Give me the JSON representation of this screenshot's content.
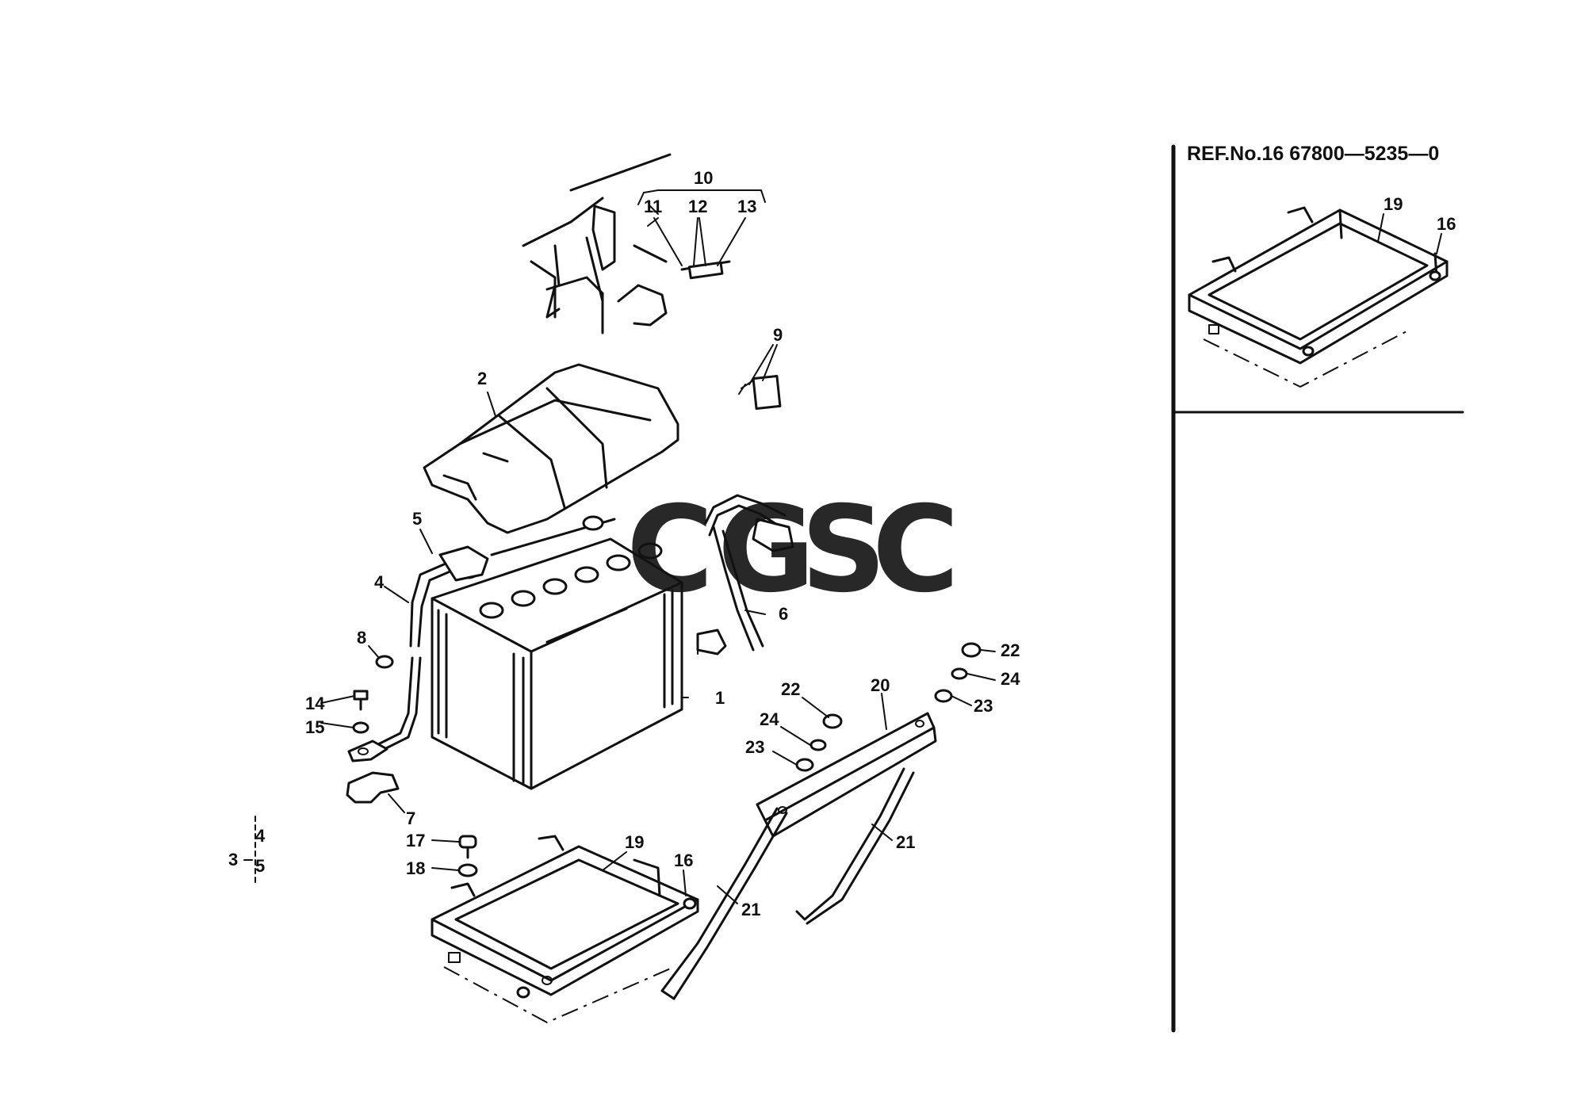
{
  "inset": {
    "reference": "REF.No.16 67800—5235—0",
    "labels": [
      "19",
      "16"
    ]
  },
  "watermark": {
    "letters": [
      "C",
      "G",
      "S",
      "C"
    ],
    "colors": [
      "#4a8ef0",
      "#ee6a66",
      "#f6d24a",
      "#59c289"
    ]
  },
  "part_labels": {
    "p1": "1",
    "p2": "2",
    "p3": "3",
    "p3_sub_a": "4",
    "p3_sub_b": "5",
    "p4": "4",
    "p5": "5",
    "p6": "6",
    "p7": "7",
    "p8": "8",
    "p9": "9",
    "p10": "10",
    "p11": "11",
    "p12": "12",
    "p13": "13",
    "p14": "14",
    "p15": "15",
    "p16": "16",
    "p17": "17",
    "p18": "18",
    "p19": "19",
    "p20": "20",
    "p21a": "21",
    "p21b": "21",
    "p22a": "22",
    "p22b": "22",
    "p23a": "23",
    "p23b": "23",
    "p24a": "24",
    "p24b": "24"
  }
}
